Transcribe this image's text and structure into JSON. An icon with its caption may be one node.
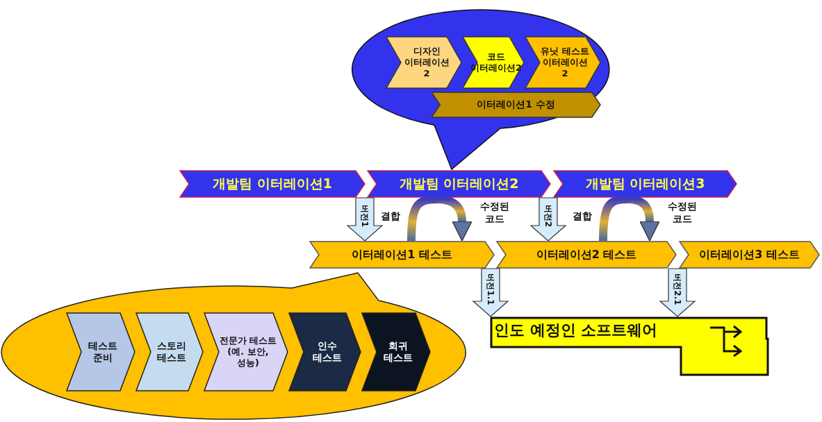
{
  "diagram": {
    "nodes": [
      {
        "text": [],
        "shape": "bubble"
      },
      {
        "text": [
          "디자인 이터레이션 2"
        ],
        "in": 0
      },
      {
        "text": [
          "코드 이터레이션2"
        ],
        "in": 0
      },
      {
        "text": [
          "유닛 테스트 이터레이션 2"
        ],
        "in": 0
      },
      {
        "text": [
          "이터레이션1 수정"
        ],
        "in": 0
      },
      {
        "text": [
          "개발팀 이터레이션1"
        ]
      },
      {
        "text": [
          "개발팀 이터레이션2"
        ]
      },
      {
        "text": [
          "개발팀 이터레이션3"
        ]
      },
      {
        "text": [
          "이터레이션1 테스트"
        ]
      },
      {
        "text": [
          "이터레이션2 테스트"
        ]
      },
      {
        "text": [
          "이터레이션3 테스트"
        ]
      },
      {
        "text": [],
        "shape": "bubble"
      },
      {
        "text": [
          "테스트 준비"
        ],
        "in": 11
      },
      {
        "text": [
          "스토리 테스트"
        ],
        "in": 11
      },
      {
        "text": [
          "전문가 테스트 (예. 보안, 성능)"
        ],
        "in": 11
      },
      {
        "text": [
          "인수 테스트"
        ],
        "in": 11
      },
      {
        "text": [
          "회귀 테스트"
        ],
        "in": 11
      },
      {
        "text": [
          "인도 예정인 소프트웨어"
        ]
      }
    ],
    "edges": [
      {
        "from": 5,
        "to": 8,
        "arrow": "to",
        "label": "버전1"
      },
      {
        "from": 8,
        "to": 6,
        "arrow": "none",
        "label": "결합"
      },
      {
        "from": 6,
        "to": 8,
        "arrow": "to",
        "label": "수정된 코드"
      },
      {
        "from": 6,
        "to": 9,
        "arrow": "to",
        "label": "버전2"
      },
      {
        "from": 9,
        "to": 7,
        "arrow": "none",
        "label": "결합"
      },
      {
        "from": 7,
        "to": 9,
        "arrow": "to",
        "label": "수정된 코드"
      },
      {
        "from": 8,
        "to": 17,
        "arrow": "to",
        "label": "버전1.1"
      },
      {
        "from": 9,
        "to": 17,
        "arrow": "to",
        "label": "버전2.1"
      }
    ]
  }
}
